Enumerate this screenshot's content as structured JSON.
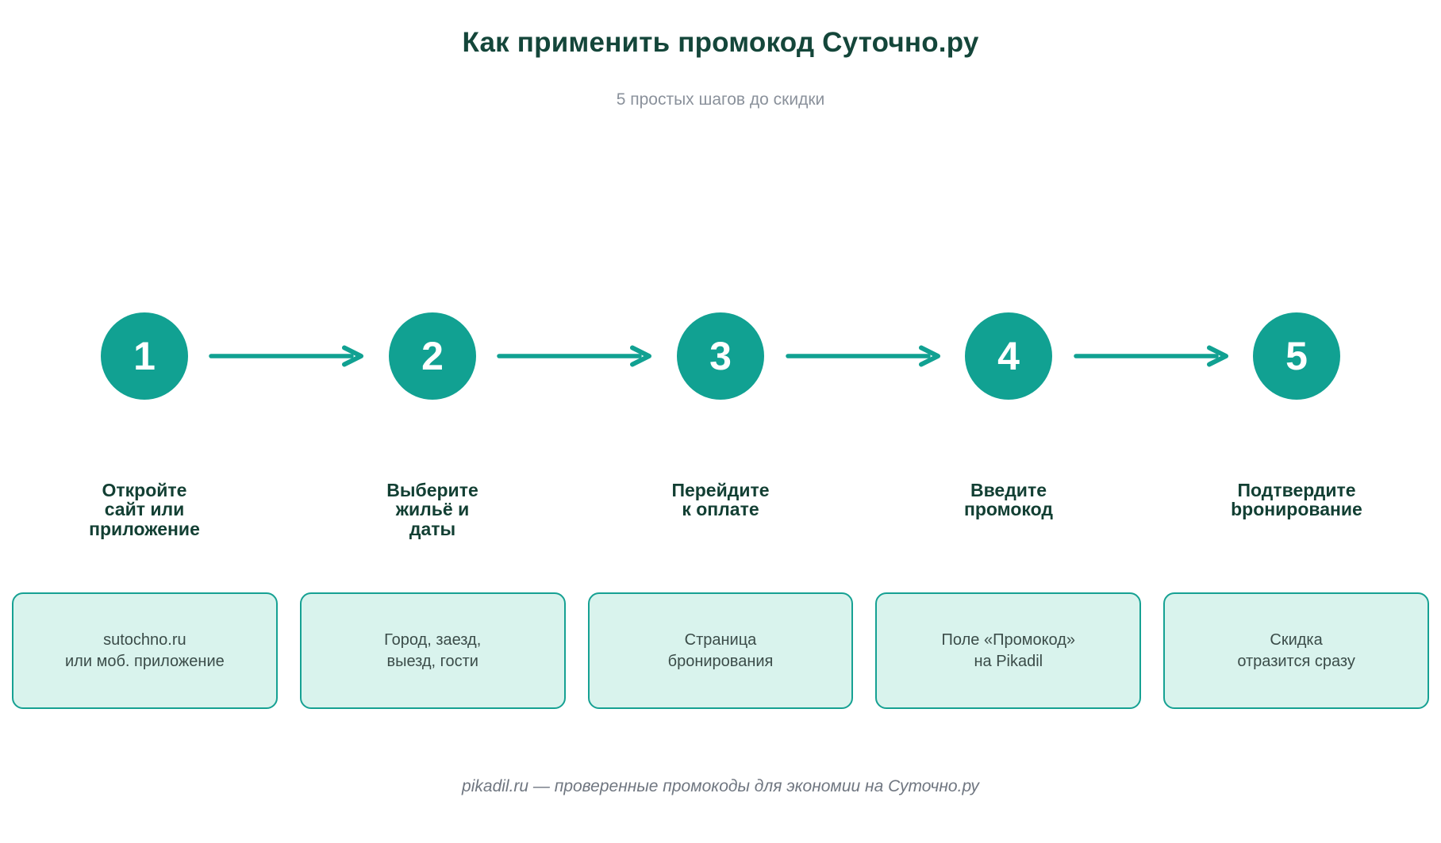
{
  "page": {
    "title": "Как применить промокод Суточно.ру",
    "subtitle": "5 простых шагов до скидки",
    "footer": "pikadil.ru — проверенные промокоды для экономии на Суточно.ру"
  },
  "colors": {
    "accent_teal": "#11a192",
    "heading_green": "#14463a",
    "step_label_green": "#123f33",
    "box_background": "#d9f3ed",
    "box_border": "#16a193",
    "box_text": "#3b4c49",
    "subtitle_gray": "#8a919b",
    "footer_gray": "#6f7680",
    "circle_number_white": "#ffffff"
  },
  "steps": [
    {
      "number": "1",
      "label": "Откройте\nсайт или\nприложение",
      "box": "sutochno.ru\nили моб. приложение"
    },
    {
      "number": "2",
      "label": "Выберите\nжильё и\nдаты",
      "box": "Город, заезд,\nвыезд, гости"
    },
    {
      "number": "3",
      "label": "Перейдите\nк оплате",
      "box": "Страница\nбронирования"
    },
    {
      "number": "4",
      "label": "Введите\nпромокод",
      "box": "Поле «Промокод»\nна Pikadil"
    },
    {
      "number": "5",
      "label": "Подтвердите\nbронирование",
      "box": "Скидка\nотразится сразу"
    }
  ],
  "icons": {
    "arrow": "arrow-right-icon"
  }
}
